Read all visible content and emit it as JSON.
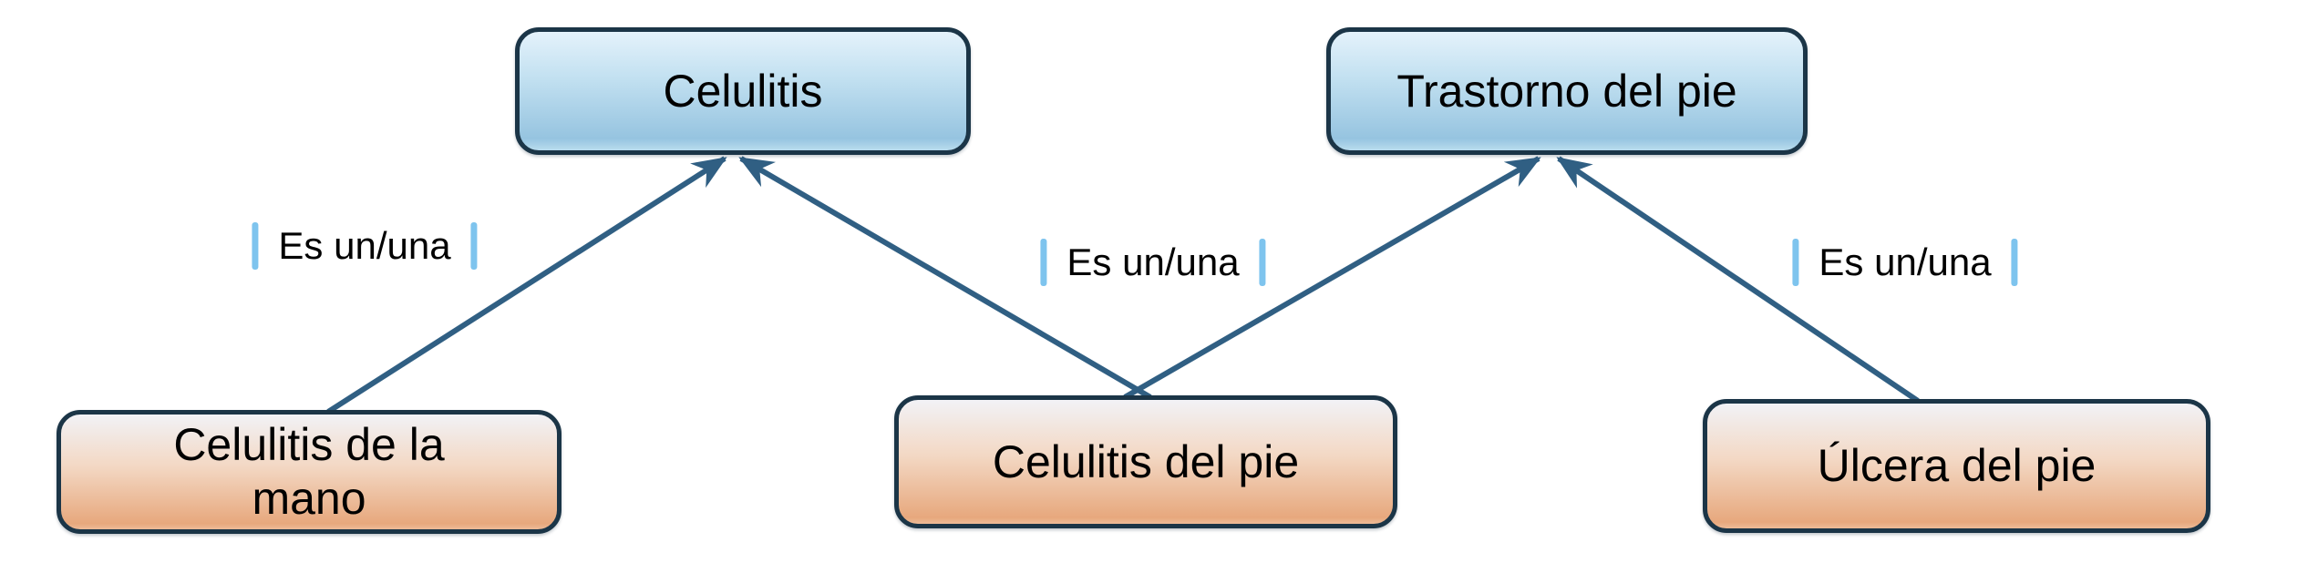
{
  "diagram": {
    "type": "concept-map",
    "language": "es",
    "relation_label": "Es un/una",
    "nodes": [
      {
        "id": "celulitis",
        "label": "Celulitis",
        "role": "parent"
      },
      {
        "id": "trastorno-del-pie",
        "label": "Trastorno del pie",
        "role": "parent"
      },
      {
        "id": "celulitis-de-la-mano",
        "label": "Celulitis de la mano",
        "role": "child"
      },
      {
        "id": "celulitis-del-pie",
        "label": "Celulitis del pie",
        "role": "child"
      },
      {
        "id": "ulcera-del-pie",
        "label": "Úlcera del pie",
        "role": "child"
      }
    ],
    "edges": [
      {
        "from": "celulitis-de-la-mano",
        "to": "celulitis",
        "label": "Es un/una"
      },
      {
        "from": "celulitis-del-pie",
        "to": "celulitis",
        "label": "Es un/una"
      },
      {
        "from": "celulitis-del-pie",
        "to": "trastorno-del-pie",
        "label": ""
      },
      {
        "from": "ulcera-del-pie",
        "to": "trastorno-del-pie",
        "label": "Es un/una"
      }
    ],
    "colors": {
      "parent_fill_top": "#e4f2fb",
      "parent_fill_mid": "#c3e1f1",
      "parent_fill_bottom": "#96c4e0",
      "child_fill_top": "#f2f2f6",
      "child_fill_mid": "#f3d8c4",
      "child_fill_bottom": "#e7a87d",
      "node_border": "#1b3547",
      "arrow": "#305f83",
      "label_bar": "#7ec4ee",
      "text": "#000000",
      "background": "#ffffff"
    }
  }
}
